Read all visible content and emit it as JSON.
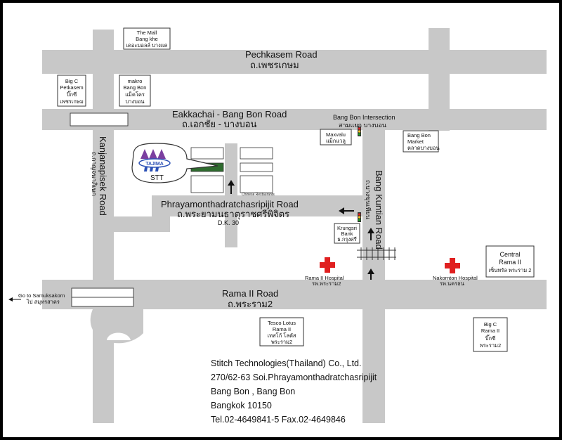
{
  "roads": {
    "pechkasem_en": "Pechkasem Road",
    "pechkasem_th": "ถ.เพชรเกษม",
    "eakkachai_en": "Eakkachai - Bang Bon Road",
    "eakkachai_th": "ถ.เอกชัย - บางบอน",
    "phraya_en": "Phrayamonthadratchasripijit Road",
    "phraya_th": "ถ.พระยามนธาตุราชศรีพิจิตร",
    "rama2_en": "Rama II Road",
    "rama2_th": "ถ.พระราม2",
    "kanjanapisek_en": "Kanjanapisek Road",
    "kanjanapisek_th": "ถ.กาญจนาภิเษก",
    "bangkuntian_en": "Bang Kuntian Road",
    "bangkuntian_th": "ถ.บางขุนเทียน"
  },
  "places": {
    "mall_1": "The Mall",
    "mall_2": "Bang khe",
    "mall_3": "เดอะมอลล์ บางแค",
    "bigc_p_1": "Big C",
    "bigc_p_2": "Petkasem",
    "bigc_p_3": "บิ๊กซี",
    "bigc_p_4": "เพชรเกษม",
    "makro_1": "makro",
    "makro_2": "Bang Bon",
    "makro_3": "แม็คโคร",
    "makro_4": "บางบอน",
    "intersection_en": "Bang Bon Intersection",
    "intersection_th": "สามแยก บางบอน",
    "maxvalu_1": "Maxvalu",
    "maxvalu_2": "แม็กแวลู",
    "market_1": "Bang Bon",
    "market_2": "Market",
    "market_3": "ตลาดบางบอน",
    "krungsri_1": "Krungsri",
    "krungsri_2": "Bank",
    "krungsri_3": "ธ.กรุงศรี",
    "central_1": "Central",
    "central_2": "Rama II",
    "central_3": "เซ็นทรัล พระราม 2",
    "rama2_hospital_en": "Rama II Hospital",
    "rama2_hospital_th": "รพ.พระราม2",
    "nakornton_en": "Nakornton Hospital",
    "nakornton_th": "รพ.นครธน",
    "tesco_1": "Tesco Lotus",
    "tesco_2": "Rama II",
    "tesco_3": "เทสโก้ โลตัส",
    "tesco_4": "พระราม2",
    "bigc_r_1": "Big C",
    "bigc_r_2": "Rama II",
    "bigc_r_3": "บิ๊กซี",
    "bigc_r_4": "พระราม2",
    "samuksakorn_en": "Go to Samuksakorn",
    "samuksakorn_th": "ไป สมุทรสาคร",
    "dk30": "D.K. 30",
    "chinese": "Chinese Restaurants",
    "stt": "STT",
    "logo_text": "TAJIMA"
  },
  "address": {
    "line1": "Stitch Technologies(Thailand) Co., Ltd.",
    "line2": "270/62-63  Soi.Phrayamonthadratchasripijit",
    "line3": "Bang Bon , Bang Bon",
    "line4": "Bangkok 10150",
    "line5": "Tel.02-4649841-5  Fax.02-4649846"
  },
  "colors": {
    "road": "#c8c8c8",
    "building": "#2e6b2e",
    "logo_purple": "#7b3fa0",
    "logo_blue": "#2a4fb5",
    "cross": "#e02020"
  }
}
